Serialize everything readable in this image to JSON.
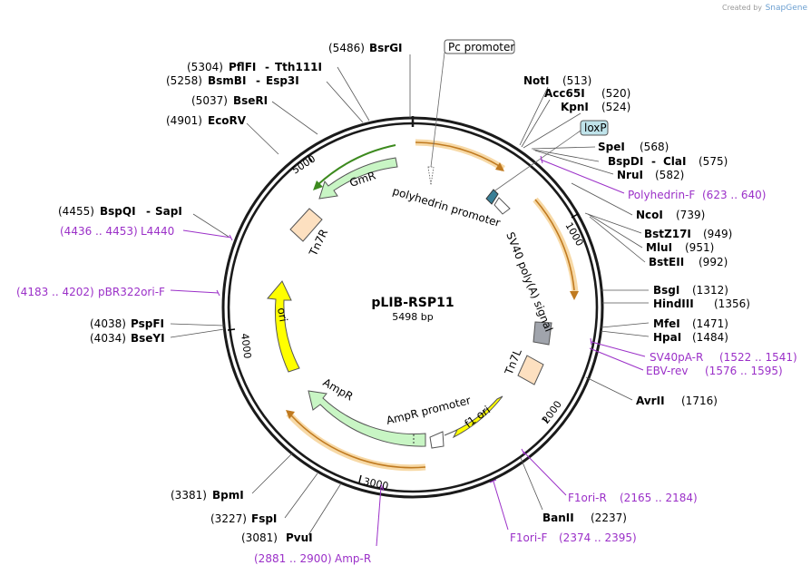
{
  "credit": {
    "prefix": "Created by",
    "brand": "SnapGene"
  },
  "plasmid": {
    "name": "pLIB-RSP11",
    "size": "5498 bp"
  },
  "ticks": [
    {
      "bp": 1000,
      "label": "1000"
    },
    {
      "bp": 2000,
      "label": "2000"
    },
    {
      "bp": 3000,
      "label": "3000"
    },
    {
      "bp": 4000,
      "label": "4000"
    },
    {
      "bp": 5000,
      "label": "5000"
    }
  ],
  "sites": [
    {
      "name": "BsrGI",
      "pos": "(5486)"
    },
    {
      "name": "NotI",
      "pos": "(513)"
    },
    {
      "name": "Acc65I",
      "pos": "(520)"
    },
    {
      "name": "KpnI",
      "pos": "(524)"
    },
    {
      "name": "SpeI",
      "pos": "(568)"
    },
    {
      "name": "BspDI",
      "name2": "ClaI",
      "pos": "(575)"
    },
    {
      "name": "NruI",
      "pos": "(582)"
    },
    {
      "name": "NcoI",
      "pos": "(739)"
    },
    {
      "name": "BstZ17I",
      "pos": "(949)"
    },
    {
      "name": "MluI",
      "pos": "(951)"
    },
    {
      "name": "BstEII",
      "pos": "(992)"
    },
    {
      "name": "BsgI",
      "pos": "(1312)"
    },
    {
      "name": "HindIII",
      "pos": "(1356)"
    },
    {
      "name": "MfeI",
      "pos": "(1471)"
    },
    {
      "name": "HpaI",
      "pos": "(1484)"
    },
    {
      "name": "AvrII",
      "pos": "(1716)"
    },
    {
      "name": "BanII",
      "pos": "(2237)"
    },
    {
      "name": "PvuI",
      "pos": "(3081)"
    },
    {
      "name": "FspI",
      "pos": "(3227)"
    },
    {
      "name": "BpmI",
      "pos": "(3381)"
    },
    {
      "name": "BseYI",
      "pos": "(4034)"
    },
    {
      "name": "PspFI",
      "pos": "(4038)"
    },
    {
      "name": "BspQI",
      "name2": "SapI",
      "pos": "(4455)"
    },
    {
      "name": "EcoRV",
      "pos": "(4901)"
    },
    {
      "name": "BseRI",
      "pos": "(5037)"
    },
    {
      "name": "BsmBI",
      "name2": "Esp3I",
      "pos": "(5258)"
    },
    {
      "name": "PflFI",
      "name2": "Tth111I",
      "pos": "(5304)"
    }
  ],
  "primers": [
    {
      "name": "Polyhedrin-F",
      "range": "(623 .. 640)"
    },
    {
      "name": "SV40pA-R",
      "range": "(1522 .. 1541)"
    },
    {
      "name": "EBV-rev",
      "range": "(1576 .. 1595)"
    },
    {
      "name": "F1ori-R",
      "range": "(2165 .. 2184)"
    },
    {
      "name": "F1ori-F",
      "range": "(2374 .. 2395)"
    },
    {
      "name": "Amp-R",
      "range": "(2881 .. 2900)"
    },
    {
      "name": "pBR322ori-F",
      "range": "(4183 .. 4202)"
    },
    {
      "name": "L4440",
      "range": "(4436 .. 4453)"
    }
  ],
  "features": {
    "pc_promoter": "Pc promoter",
    "loxp": "loxP",
    "polyhedrin_promoter": "polyhedrin promoter",
    "sv40_polya": "SV40 poly(A) signal",
    "tn7l": "Tn7L",
    "f1_ori": "f1 ori",
    "ampr_promoter": "AmpR promoter",
    "ampr": "AmpR",
    "ori": "ori",
    "tn7r": "Tn7R",
    "gmr": "GmR"
  },
  "colors": {
    "backbone": "#1a1a1a",
    "primer": "#9b30c8",
    "orf_arc": "#d08a2a",
    "orf_glow": "#f7d9a6",
    "gmr_line": "#3c8a1e",
    "resistance_fill": "#c8f5c4",
    "ori_fill": "#ffff00",
    "tn7_fill": "#fde0c0",
    "polya_fill": "#a0a4ac",
    "loxp_fill": "#3a7f96",
    "loxp_box": "#bfe3ea"
  }
}
